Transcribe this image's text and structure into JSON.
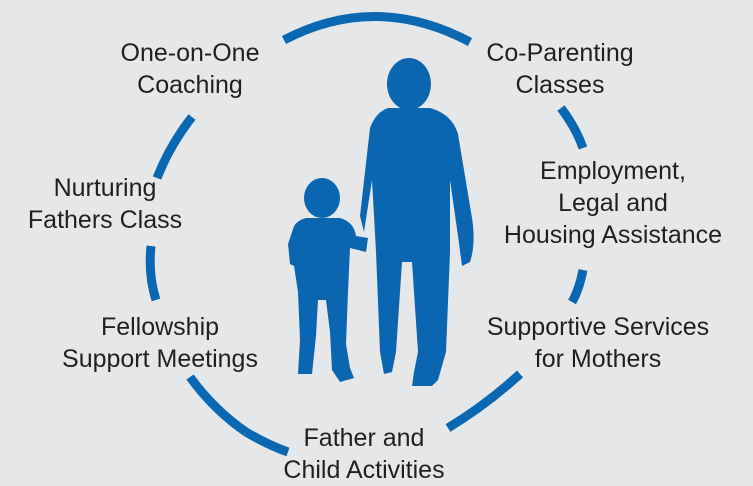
{
  "diagram": {
    "accent_color": "#0a68b3",
    "silhouette_color": "#0b66b1",
    "background_color": "#e6e7e8",
    "central_icon": "father-and-child-walking-silhouette",
    "services": [
      {
        "line1": "One-on-One",
        "line2": "Coaching"
      },
      {
        "line1": "Co-Parenting",
        "line2": "Classes"
      },
      {
        "line1": "Nurturing",
        "line2": "Fathers Class"
      },
      {
        "line1": "Employment,",
        "line2": "Legal and",
        "line3": "Housing Assistance"
      },
      {
        "line1": "Fellowship",
        "line2": "Support Meetings"
      },
      {
        "line1": "Supportive Services",
        "line2": "for Mothers"
      },
      {
        "line1": "Father and",
        "line2": "Child Activities"
      }
    ]
  }
}
